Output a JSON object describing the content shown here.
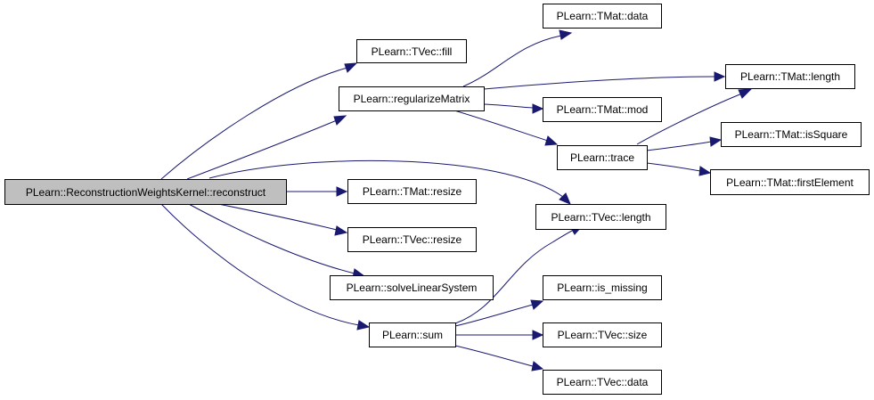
{
  "colors": {
    "edge": "#191970",
    "root_fill": "#bfbfbf",
    "node_fill": "#ffffff",
    "border": "#000000"
  },
  "nodes": {
    "root": "PLearn::ReconstructionWeightsKernel::reconstruct",
    "tvec_fill": "PLearn::TVec::fill",
    "regularize": "PLearn::regularizeMatrix",
    "tmat_data": "PLearn::TMat::data",
    "tmat_length": "PLearn::TMat::length",
    "tmat_mod": "PLearn::TMat::mod",
    "trace": "PLearn::trace",
    "tmat_issquare": "PLearn::TMat::isSquare",
    "tmat_firstelement": "PLearn::TMat::firstElement",
    "tmat_resize": "PLearn::TMat::resize",
    "tvec_length": "PLearn::TVec::length",
    "tvec_resize": "PLearn::TVec::resize",
    "solve": "PLearn::solveLinearSystem",
    "sum": "PLearn::sum",
    "is_missing": "PLearn::is_missing",
    "tvec_size": "PLearn::TVec::size",
    "tvec_data": "PLearn::TVec::data"
  },
  "edges": [
    [
      "root",
      "tvec_fill"
    ],
    [
      "root",
      "regularize"
    ],
    [
      "root",
      "tvec_length"
    ],
    [
      "root",
      "tmat_resize"
    ],
    [
      "root",
      "tvec_resize"
    ],
    [
      "root",
      "solve"
    ],
    [
      "root",
      "sum"
    ],
    [
      "regularize",
      "tmat_data"
    ],
    [
      "regularize",
      "tmat_length"
    ],
    [
      "regularize",
      "tmat_mod"
    ],
    [
      "regularize",
      "trace"
    ],
    [
      "trace",
      "tmat_length"
    ],
    [
      "trace",
      "tmat_issquare"
    ],
    [
      "trace",
      "tmat_firstelement"
    ],
    [
      "sum",
      "tvec_length"
    ],
    [
      "sum",
      "is_missing"
    ],
    [
      "sum",
      "tvec_size"
    ],
    [
      "sum",
      "tvec_data"
    ]
  ]
}
